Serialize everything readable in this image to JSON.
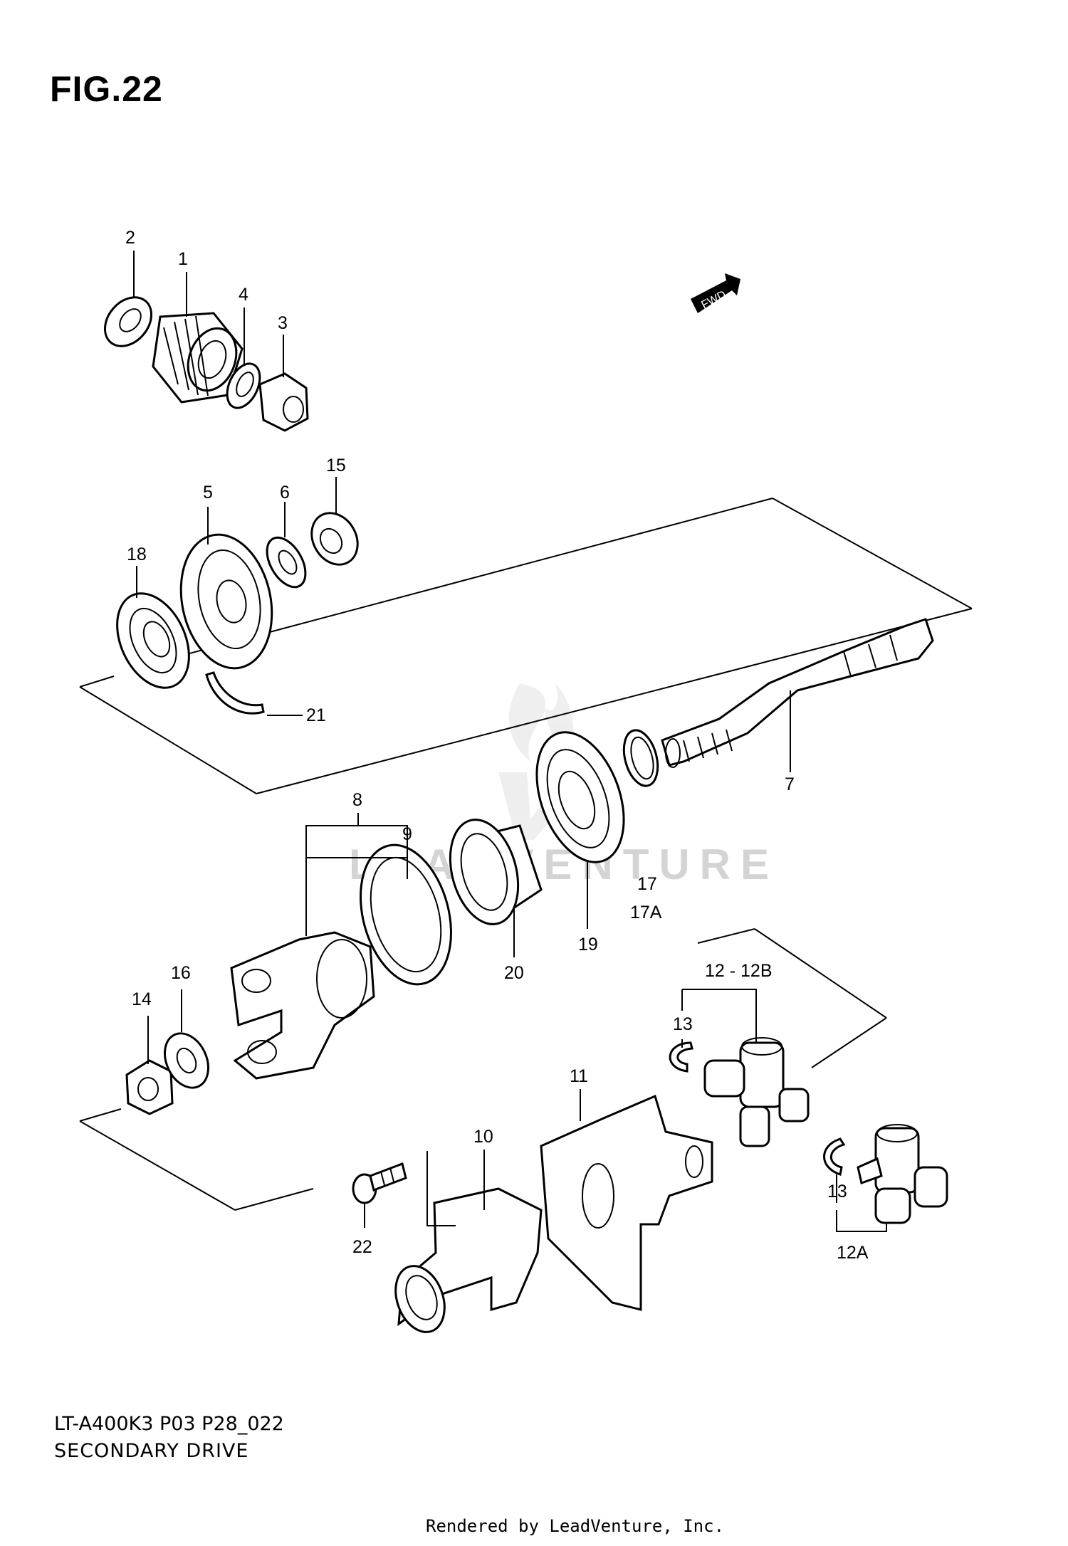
{
  "figure": {
    "title": "FIG.22",
    "code": "LT-A400K3 P03 P28_022",
    "name": "SECONDARY DRIVE",
    "credit": "Rendered by LeadVenture, Inc.",
    "fwd": "FWD",
    "watermark": "LEADVENTURE"
  },
  "callouts": {
    "c1": "1",
    "c2": "2",
    "c3": "3",
    "c4": "4",
    "c5": "5",
    "c6": "6",
    "c7": "7",
    "c8": "8",
    "c9": "9",
    "c10": "10",
    "c11": "11",
    "c12": "12 - 12B",
    "c12a": "12A",
    "c13a": "13",
    "c13b": "13",
    "c14": "14",
    "c15": "15",
    "c16": "16",
    "c17": "17",
    "c17a": "17A",
    "c18": "18",
    "c19": "19",
    "c20": "20",
    "c21": "21",
    "c22": "22"
  },
  "parts": [
    "bevel-gear",
    "washer",
    "nut",
    "washer",
    "driven-gear",
    "washer",
    "secondary-shaft",
    "joint-assembly",
    "oil-seal",
    "flange",
    "universal-joint-yoke",
    "universal-joint-cross",
    "circlip",
    "nut",
    "washer",
    "washer",
    "shim",
    "bearing",
    "bearing",
    "dust-seal",
    "circlip",
    "bolt"
  ]
}
